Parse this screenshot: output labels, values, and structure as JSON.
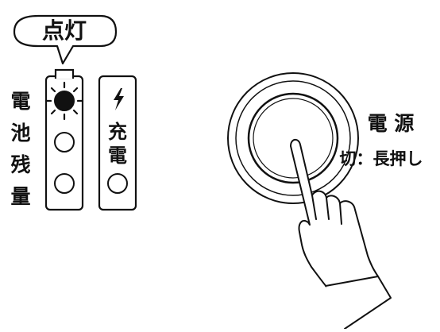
{
  "bubble_label": "点灯",
  "battery_label": [
    "電",
    "池",
    "残",
    "量"
  ],
  "charge_label": [
    "充",
    "電"
  ],
  "charge_icon": "lightning-bolt-icon",
  "power_title": "電 源",
  "power_note": "切：長押し",
  "battery_leds_lit": [
    true,
    false,
    false
  ],
  "charge_led_lit": false,
  "colors": {
    "ink": "#111111",
    "background": "#ffffff"
  }
}
